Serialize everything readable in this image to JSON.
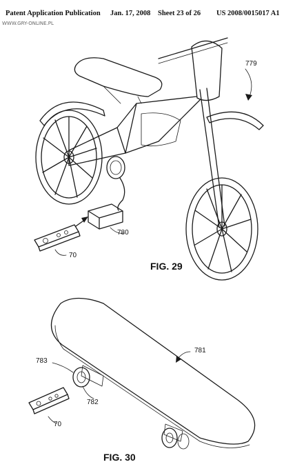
{
  "header": {
    "publication": "Patent Application Publication",
    "date": "Jan. 17, 2008",
    "sheet": "Sheet 23 of 26",
    "number": "US 2008/0015017 A1"
  },
  "watermark": "WWW.GRY-ONLINE.PL",
  "figure29": {
    "caption": "FIG. 29",
    "ref_assembly": "779",
    "ref_module": "780",
    "ref_controller": "70"
  },
  "figure30": {
    "caption": "FIG. 30",
    "ref_board": "781",
    "ref_sensor": "783",
    "ref_wheel_module": "782",
    "ref_controller": "70"
  }
}
